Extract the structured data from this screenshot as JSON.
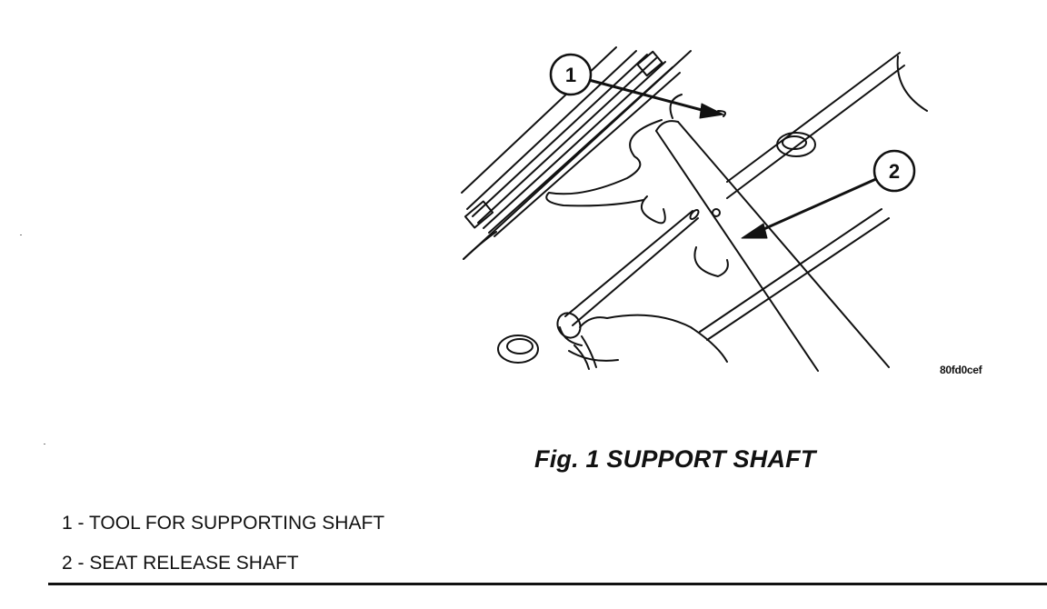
{
  "figure": {
    "code": "80fd0cef",
    "caption": "Fig. 1 SUPPORT SHAFT",
    "callouts": [
      {
        "number": "1"
      },
      {
        "number": "2"
      }
    ]
  },
  "legend": {
    "items": [
      {
        "label": "1 - TOOL FOR SUPPORTING SHAFT"
      },
      {
        "label": "2 - SEAT RELEASE SHAFT"
      }
    ]
  }
}
